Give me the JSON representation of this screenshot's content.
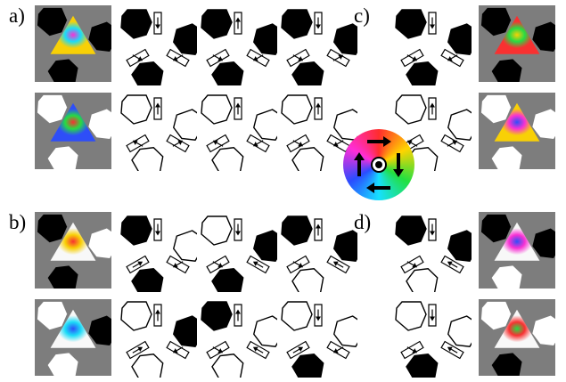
{
  "panels": [
    {
      "id": "a",
      "label": "a)"
    },
    {
      "id": "b",
      "label": "b)"
    },
    {
      "id": "c",
      "label": "c)"
    },
    {
      "id": "d",
      "label": "d)"
    }
  ],
  "colors": {
    "background": "#ffffff",
    "sim_background": "#7d7d7d",
    "filled_island": "#000000",
    "empty_island": "#ffffff",
    "outline": "#000000"
  },
  "color_wheel": {
    "hues": [
      "#ff2d2d",
      "#ffd400",
      "#22e040",
      "#16e0ff",
      "#2a4cff",
      "#ff2dd8"
    ],
    "arrows": [
      "right",
      "down",
      "left",
      "up"
    ],
    "center_icon": "circled-dot-icon"
  },
  "schematics": [
    {
      "id": "a1-1",
      "fill": [
        1,
        1,
        1
      ],
      "arrows": [
        "down",
        "down-left",
        "down-right"
      ]
    },
    {
      "id": "a1-2",
      "fill": [
        1,
        1,
        1
      ],
      "arrows": [
        "up",
        "down-left",
        "down-right"
      ]
    },
    {
      "id": "a1-3",
      "fill": [
        1,
        1,
        1
      ],
      "arrows": [
        "down",
        "up-right",
        "down-right"
      ]
    },
    {
      "id": "a2-1",
      "fill": [
        0,
        0,
        0
      ],
      "arrows": [
        "up",
        "up-right",
        "up-left"
      ]
    },
    {
      "id": "a2-2",
      "fill": [
        0,
        0,
        0
      ],
      "arrows": [
        "up",
        "down-left",
        "up-left"
      ]
    },
    {
      "id": "a2-3",
      "fill": [
        0,
        0,
        0
      ],
      "arrows": [
        "up",
        "down-left",
        "down-right"
      ]
    },
    {
      "id": "c1",
      "fill": [
        1,
        1,
        1
      ],
      "arrows": [
        "down",
        "down-left",
        "down-right"
      ]
    },
    {
      "id": "c2",
      "fill": [
        0,
        0,
        0
      ],
      "arrows": [
        "up",
        "up-right",
        "up-left"
      ]
    },
    {
      "id": "b1-1",
      "fill": [
        1,
        0,
        1
      ],
      "arrows": [
        "down",
        "down-left",
        "up-right"
      ]
    },
    {
      "id": "b1-2",
      "fill": [
        0,
        1,
        1
      ],
      "arrows": [
        "down",
        "up-left",
        "down-right"
      ]
    },
    {
      "id": "b1-3",
      "fill": [
        1,
        1,
        0
      ],
      "arrows": [
        "up",
        "up-left",
        "down-right"
      ]
    },
    {
      "id": "b2-1",
      "fill": [
        0,
        1,
        0
      ],
      "arrows": [
        "up",
        "down-left",
        "up-right"
      ]
    },
    {
      "id": "b2-2",
      "fill": [
        1,
        0,
        0
      ],
      "arrows": [
        "up",
        "up-left",
        "down-right"
      ]
    },
    {
      "id": "b2-3",
      "fill": [
        0,
        0,
        1
      ],
      "arrows": [
        "down",
        "down-left",
        "up-right"
      ]
    },
    {
      "id": "d1",
      "fill": [
        1,
        1,
        0
      ],
      "arrows": [
        "down",
        "up-left",
        "down-right"
      ]
    },
    {
      "id": "d2",
      "fill": [
        0,
        0,
        1
      ],
      "arrows": [
        "down",
        "up-left",
        "down-right"
      ]
    }
  ],
  "simulations": [
    {
      "id": "sim-a1",
      "fill": [
        1,
        1,
        1
      ],
      "blend": [
        "#ff2dd8",
        "#16e0ff",
        "#ffd400"
      ]
    },
    {
      "id": "sim-a2",
      "fill": [
        0,
        0,
        0
      ],
      "blend": [
        "#ff2d2d",
        "#22e040",
        "#2a4cff"
      ]
    },
    {
      "id": "sim-c1",
      "fill": [
        1,
        1,
        1
      ],
      "blend": [
        "#ffd400",
        "#22e040",
        "#ff2d2d"
      ]
    },
    {
      "id": "sim-c2",
      "fill": [
        0,
        0,
        0
      ],
      "blend": [
        "#2a4cff",
        "#ff2dd8",
        "#ffd400"
      ]
    },
    {
      "id": "sim-b1",
      "fill": [
        1,
        0,
        1
      ],
      "blend": [
        "#ff2d2d",
        "#ffd400",
        "#ffffff"
      ]
    },
    {
      "id": "sim-b2",
      "fill": [
        0,
        1,
        0
      ],
      "blend": [
        "#2a4cff",
        "#16e0ff",
        "#ffffff"
      ]
    },
    {
      "id": "sim-d1",
      "fill": [
        1,
        1,
        0
      ],
      "blend": [
        "#2a4cff",
        "#ff2dd8",
        "#ffffff"
      ]
    },
    {
      "id": "sim-d2",
      "fill": [
        0,
        0,
        1
      ],
      "blend": [
        "#22e040",
        "#ff2d2d",
        "#ffffff"
      ]
    }
  ]
}
